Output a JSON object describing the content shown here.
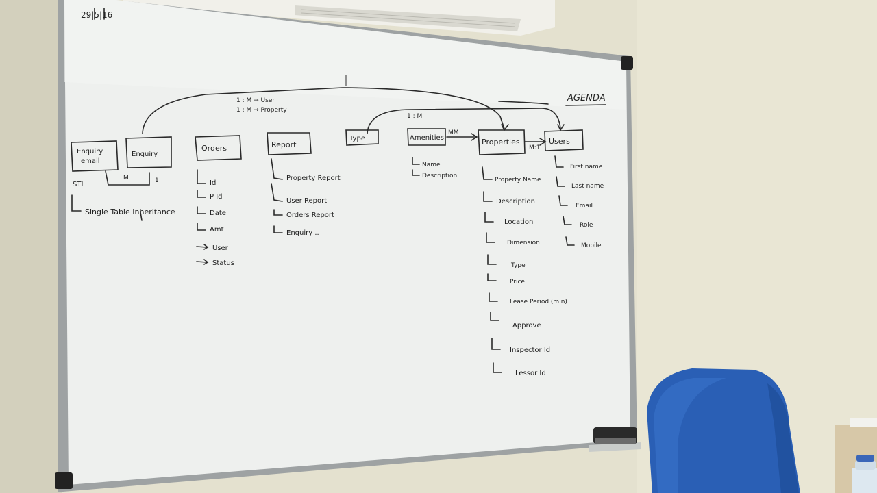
{
  "board": {
    "date": "29|5|16",
    "agenda": "AGENDA",
    "relations": {
      "top_left": [
        "1 : M → User",
        "1 : M → Property"
      ],
      "top_mid": "1 : M",
      "amenities_link": "MM",
      "property_user_link": "M:1"
    },
    "boxes": {
      "enquiry_email": [
        "Enquiry",
        "email"
      ],
      "enquiry": "Enquiry",
      "orders": "Orders",
      "report": "Report",
      "type": "Type",
      "amenities": "Amenities",
      "properties": "Properties",
      "users": "Users"
    },
    "sti": {
      "label": "STI",
      "m": "M",
      "one": "1",
      "meaning": "Single Table Inheritance"
    },
    "orders_fields": [
      "Id",
      "P Id",
      "Date",
      "Amt",
      "User",
      "Status"
    ],
    "report_items": [
      "Property Report",
      "User Report",
      "Orders Report",
      "Enquiry .."
    ],
    "amenities_fields": [
      "Name",
      "Description"
    ],
    "property_fields": [
      "Property Name",
      "Description",
      "Location",
      "Dimension",
      "Type",
      "Price",
      "Lease Period (min)",
      "",
      "Approve",
      "Inspector Id",
      "Lessor Id"
    ],
    "user_fields": [
      "First name",
      "Last name",
      "Email",
      "Role",
      "Mobile"
    ]
  }
}
